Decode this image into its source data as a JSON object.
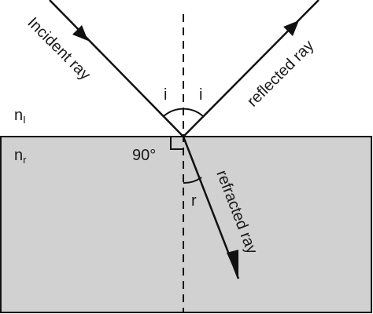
{
  "diagram": {
    "rays": {
      "incident_label": "Incident ray",
      "reflected_label": "reflected ray",
      "refracted_label": "refracted ray"
    },
    "angles": {
      "incidence_label": "i",
      "reflection_label": "i",
      "refraction_label": "r",
      "right_angle_label": "90°"
    },
    "media": {
      "upper_index_base": "n",
      "upper_index_sub": "I",
      "lower_index_base": "n",
      "lower_index_sub": "r"
    },
    "colors": {
      "lower_medium_fill": "#d1d1d1",
      "line": "#111111"
    }
  }
}
